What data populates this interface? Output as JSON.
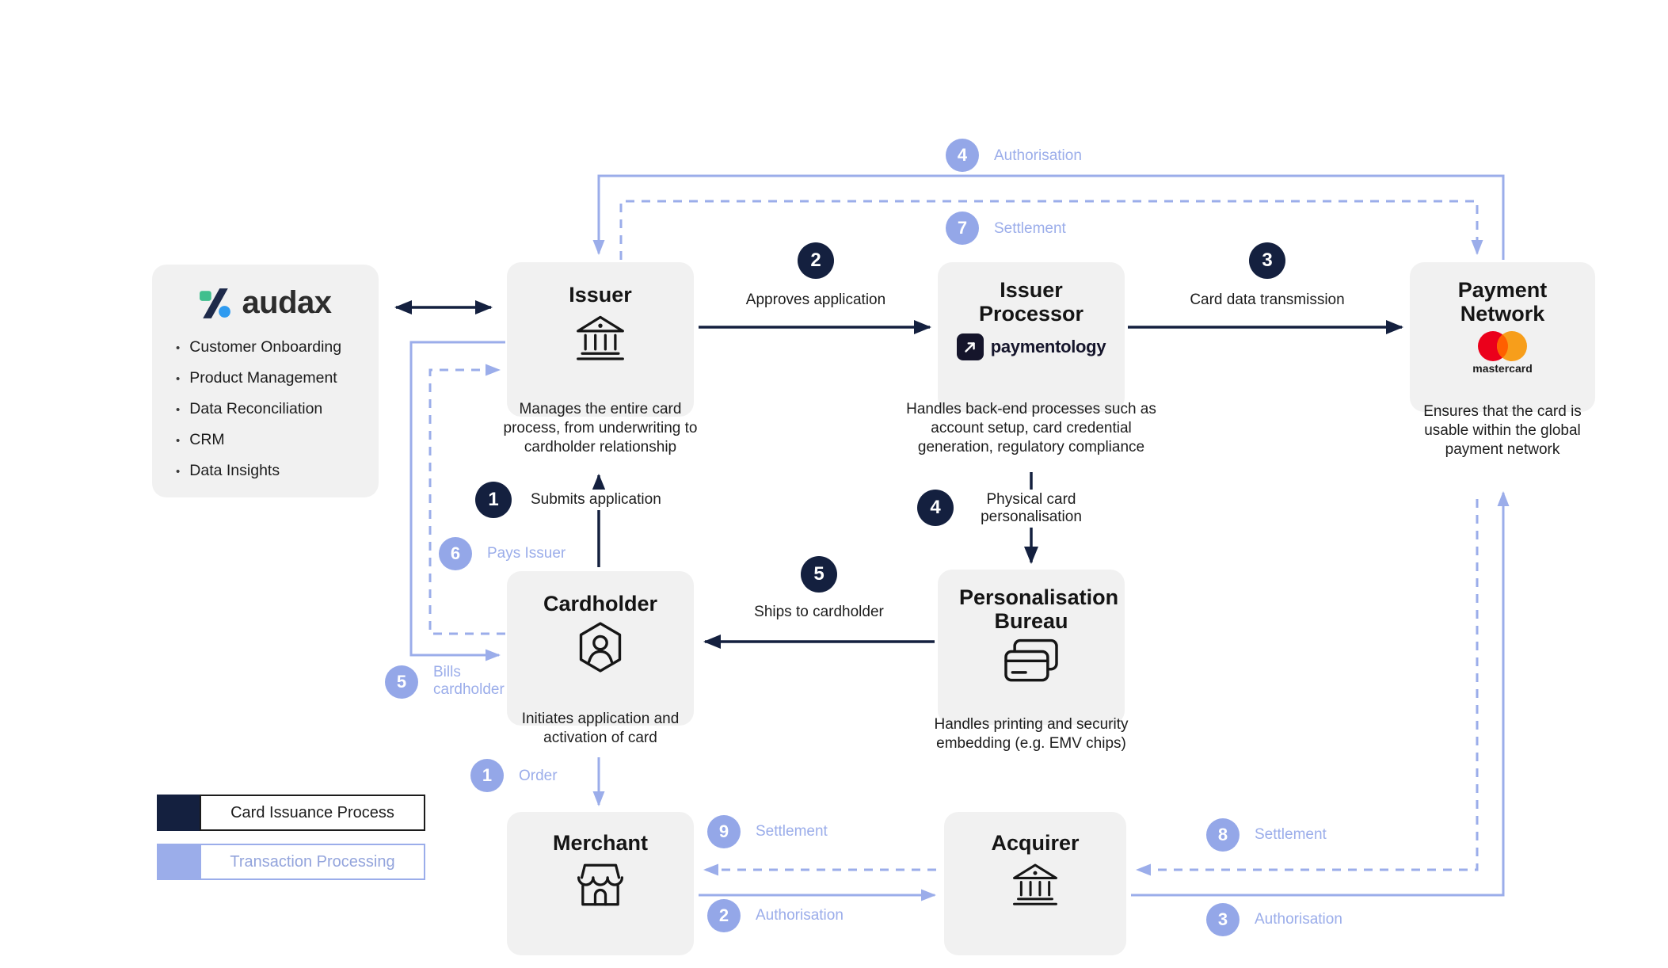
{
  "colors": {
    "issuance_dark": "#14203f",
    "transaction_blue": "#9badea",
    "box_background": "#f1f1f1",
    "mastercard_red": "#eb001b",
    "mastercard_orange": "#f79e1b",
    "mastercard_overlap": "#ff5f00"
  },
  "audax_panel": {
    "brand": "audax",
    "bullets": [
      "Customer Onboarding",
      "Product Management",
      "Data Reconciliation",
      "CRM",
      "Data Insights"
    ]
  },
  "legend": [
    {
      "label": "Card Issuance Process"
    },
    {
      "label": "Transaction Processing"
    }
  ],
  "nodes": {
    "issuer": {
      "title": "Issuer",
      "description": "Manages the entire card process, from underwriting to cardholder relationship"
    },
    "issuer_processor": {
      "title": "Issuer Processor",
      "logo_text": "paymentology",
      "description": "Handles back-end processes such as account setup, card credential generation, regulatory compliance"
    },
    "payment_network": {
      "title": "Payment Network",
      "logo_text": "mastercard",
      "description": "Ensures that the card is usable within the global payment network"
    },
    "cardholder": {
      "title": "Cardholder",
      "description": "Initiates application and activation of card"
    },
    "personalisation_bureau": {
      "title": "Personalisation Bureau",
      "description": "Handles printing and security embedding (e.g. EMV chips)"
    },
    "merchant": {
      "title": "Merchant"
    },
    "acquirer": {
      "title": "Acquirer"
    }
  },
  "issuance_steps": {
    "s1": {
      "num": "1",
      "label": "Submits application"
    },
    "s2": {
      "num": "2",
      "label": "Approves application"
    },
    "s3": {
      "num": "3",
      "label": "Card data transmission"
    },
    "s4": {
      "num": "4",
      "label": "Physical card personalisation"
    },
    "s5": {
      "num": "5",
      "label": "Ships to cardholder"
    }
  },
  "transaction_steps": {
    "t1": {
      "num": "1",
      "label": "Order"
    },
    "t2": {
      "num": "2",
      "label": "Authorisation"
    },
    "t3": {
      "num": "3",
      "label": "Authorisation"
    },
    "t4": {
      "num": "4",
      "label": "Authorisation"
    },
    "t5": {
      "num": "5",
      "label": "Bills cardholder"
    },
    "t6": {
      "num": "6",
      "label": "Pays Issuer"
    },
    "t7": {
      "num": "7",
      "label": "Settlement"
    },
    "t8": {
      "num": "8",
      "label": "Settlement"
    },
    "t9": {
      "num": "9",
      "label": "Settlement"
    }
  }
}
